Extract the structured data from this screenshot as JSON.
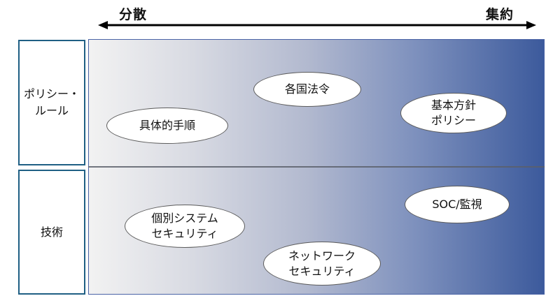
{
  "axis": {
    "left_label": "分散",
    "right_label": "集約"
  },
  "rows": [
    {
      "label_lines": [
        "ポリシー・",
        "ルール"
      ]
    },
    {
      "label_lines": [
        "技術"
      ]
    }
  ],
  "items": {
    "gutai": {
      "lines": [
        "具体的手順"
      ]
    },
    "kakkoku": {
      "lines": [
        "各国法令"
      ]
    },
    "kihon": {
      "lines": [
        "基本方針",
        "ポリシー"
      ]
    },
    "kobetsu": {
      "lines": [
        "個別システム",
        "セキュリティ"
      ]
    },
    "network": {
      "lines": [
        "ネットワーク",
        "セキュリティ"
      ]
    },
    "soc": {
      "lines": [
        "SOC/監視"
      ]
    }
  },
  "colors": {
    "gradient_start": "#f2f2f2",
    "gradient_end": "#3c5a9c",
    "row_border": "#1f5f84"
  }
}
